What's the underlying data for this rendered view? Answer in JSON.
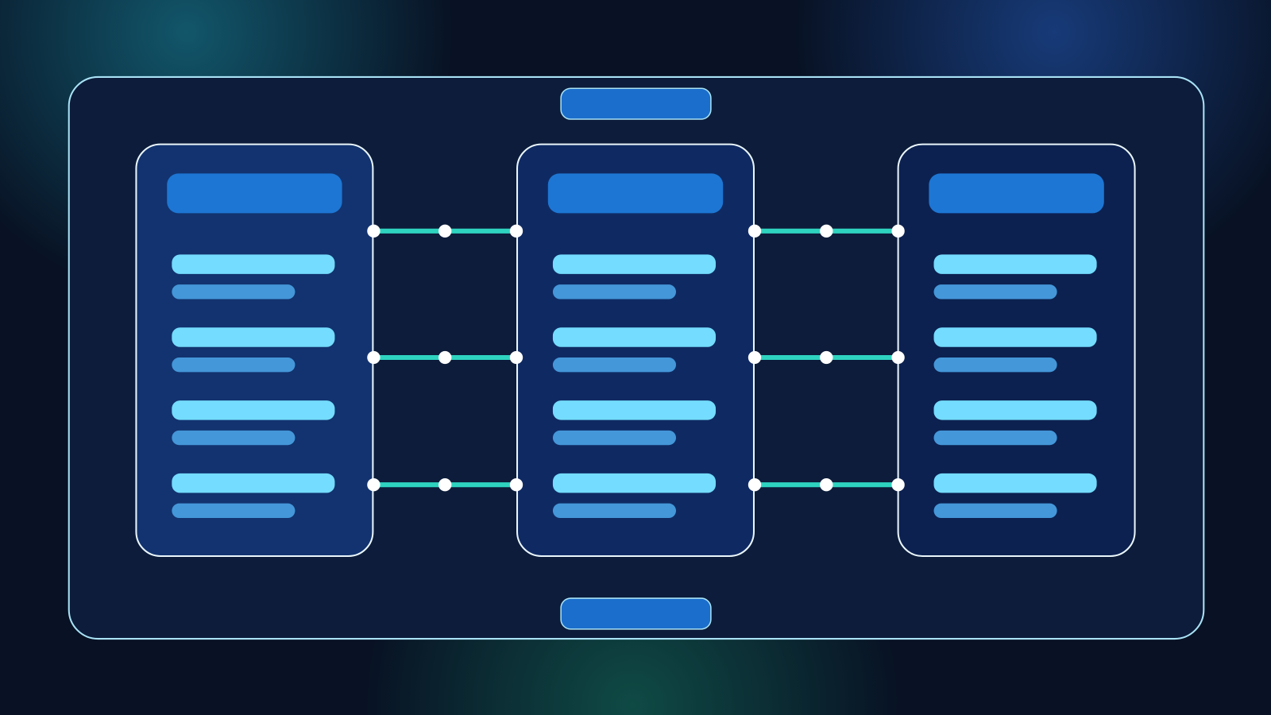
{
  "colors": {
    "background": "#081224",
    "frame_fill": "#0c1c3a",
    "frame_stroke": "#a9e2f5",
    "pill_fill": "#1b6ecb",
    "card_stroke": "#eaf6fb",
    "card_fills": [
      "#12336f",
      "#0f2a63",
      "#0c2150"
    ],
    "card_header": "#1d76d3",
    "row_primary": "#74dcfe",
    "row_secondary": "#4497d9",
    "connector": "#2ed3bf",
    "node": "#ffffff",
    "glow_teal": "#12566a",
    "glow_blue": "#173a78",
    "glow_green": "#0f4a45"
  },
  "diagram": {
    "columns": [
      {
        "rows": 4
      },
      {
        "rows": 4
      },
      {
        "rows": 4
      }
    ],
    "connector_rows": 3,
    "top_pill": true,
    "bottom_pill": true
  }
}
